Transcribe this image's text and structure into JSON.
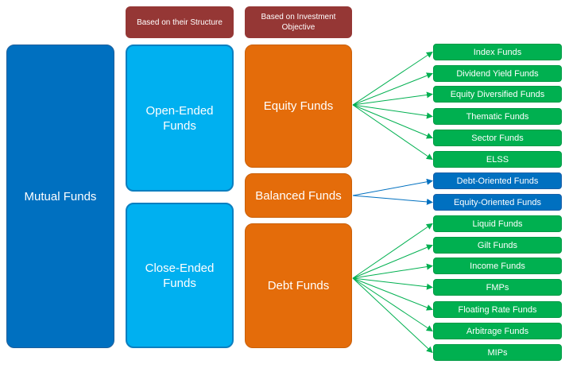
{
  "headers": {
    "structure": "Based on their Structure",
    "objective": "Based on Investment Objective"
  },
  "root": "Mutual Funds",
  "structure": [
    "Open-Ended Funds",
    "Close-Ended Funds"
  ],
  "objectives": {
    "equity": "Equity Funds",
    "balanced": "Balanced Funds",
    "debt": "Debt Funds"
  },
  "equity_types": [
    "Index Funds",
    "Dividend Yield Funds",
    "Equity Diversified Funds",
    "Thematic Funds",
    "Sector Funds",
    "ELSS"
  ],
  "balanced_types": [
    "Debt-Oriented Funds",
    "Equity-Oriented Funds"
  ],
  "debt_types": [
    "Liquid Funds",
    "Gilt Funds",
    "Income Funds",
    "FMPs",
    "Floating Rate Funds",
    "Arbitrage Funds",
    "MIPs"
  ],
  "colors": {
    "header": "#953735",
    "root": "#0070c0",
    "structure": "#00b0f0",
    "objective": "#e46c0a",
    "equity_debt_leaf": "#00b050",
    "balanced_leaf": "#0070c0",
    "equity_debt_arrow": "#00b050",
    "balanced_arrow": "#0070c0"
  }
}
